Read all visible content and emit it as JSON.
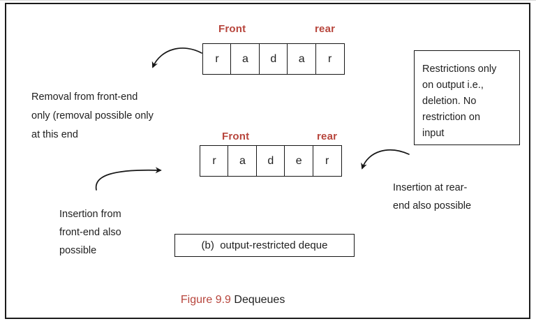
{
  "colors": {
    "accent_red": "#b7453c",
    "ink": "#1f1f1f",
    "line": "#161616"
  },
  "top_queue": {
    "front_label": "Front",
    "rear_label": "rear",
    "cells": [
      "r",
      "a",
      "d",
      "a",
      "r"
    ]
  },
  "bottom_queue": {
    "front_label": "Front",
    "rear_label": "rear",
    "cells": [
      "r",
      "a",
      "d",
      "e",
      "r"
    ]
  },
  "notes": {
    "removal": [
      "Removal from front-end",
      "only (removal possible only",
      "at this end"
    ],
    "restrictions": [
      "Restrictions only",
      "on output i.e.,",
      "deletion. No",
      "restriction on",
      "input"
    ],
    "insertion_rear": [
      "Insertion at rear-",
      "end also possible"
    ],
    "insertion_front": [
      "Insertion from",
      "front-end also",
      "possible"
    ]
  },
  "labels": {
    "subfigure": "(b)  output-restricted deque",
    "caption_figure": "Figure 9.9",
    "caption_title": " Dequeues"
  }
}
